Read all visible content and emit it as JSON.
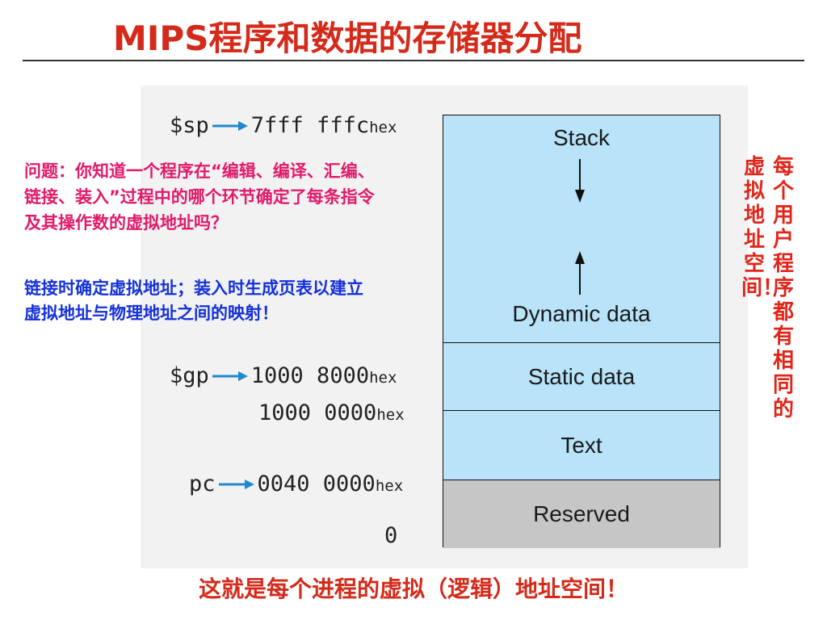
{
  "slide": {
    "title": "MIPS程序和数据的存储器分配",
    "question": "问题：你知道一个程序在“编辑、编译、汇编、链接、装入”过程中的哪个环节确定了每条指令及其操作数的虚拟地址吗？",
    "answer": "链接时确定虚拟地址；装入时生成页表以建立虚拟地址与物理地址之间的映射！",
    "side_note_col1": "每个用户程序都有相同的",
    "side_note_col2": "虚拟地址空间！",
    "bottom_note": "这就是每个进程的虚拟（逻辑）地址空间！"
  },
  "memory_map": {
    "regions": {
      "stack": "Stack",
      "dynamic": "Dynamic data",
      "static": "Static data",
      "text": "Text",
      "reserved": "Reserved"
    },
    "addresses": {
      "sp": {
        "reg": "$sp",
        "value": "7fff fffc",
        "suffix": "hex"
      },
      "gp": {
        "reg": "$gp",
        "value": "1000 8000",
        "suffix": "hex"
      },
      "text_start": {
        "value": "1000 0000",
        "suffix": "hex"
      },
      "pc": {
        "reg": "pc",
        "value": "0040 0000",
        "suffix": "hex"
      },
      "zero": {
        "value": "0"
      }
    }
  },
  "colors": {
    "title": "#d42a1a",
    "question": "#e01a6a",
    "answer": "#1430d8",
    "region_fill": "#b8e3f8",
    "reserved_fill": "#c6c6c6",
    "pointer_arrow": "#1e88d0"
  }
}
